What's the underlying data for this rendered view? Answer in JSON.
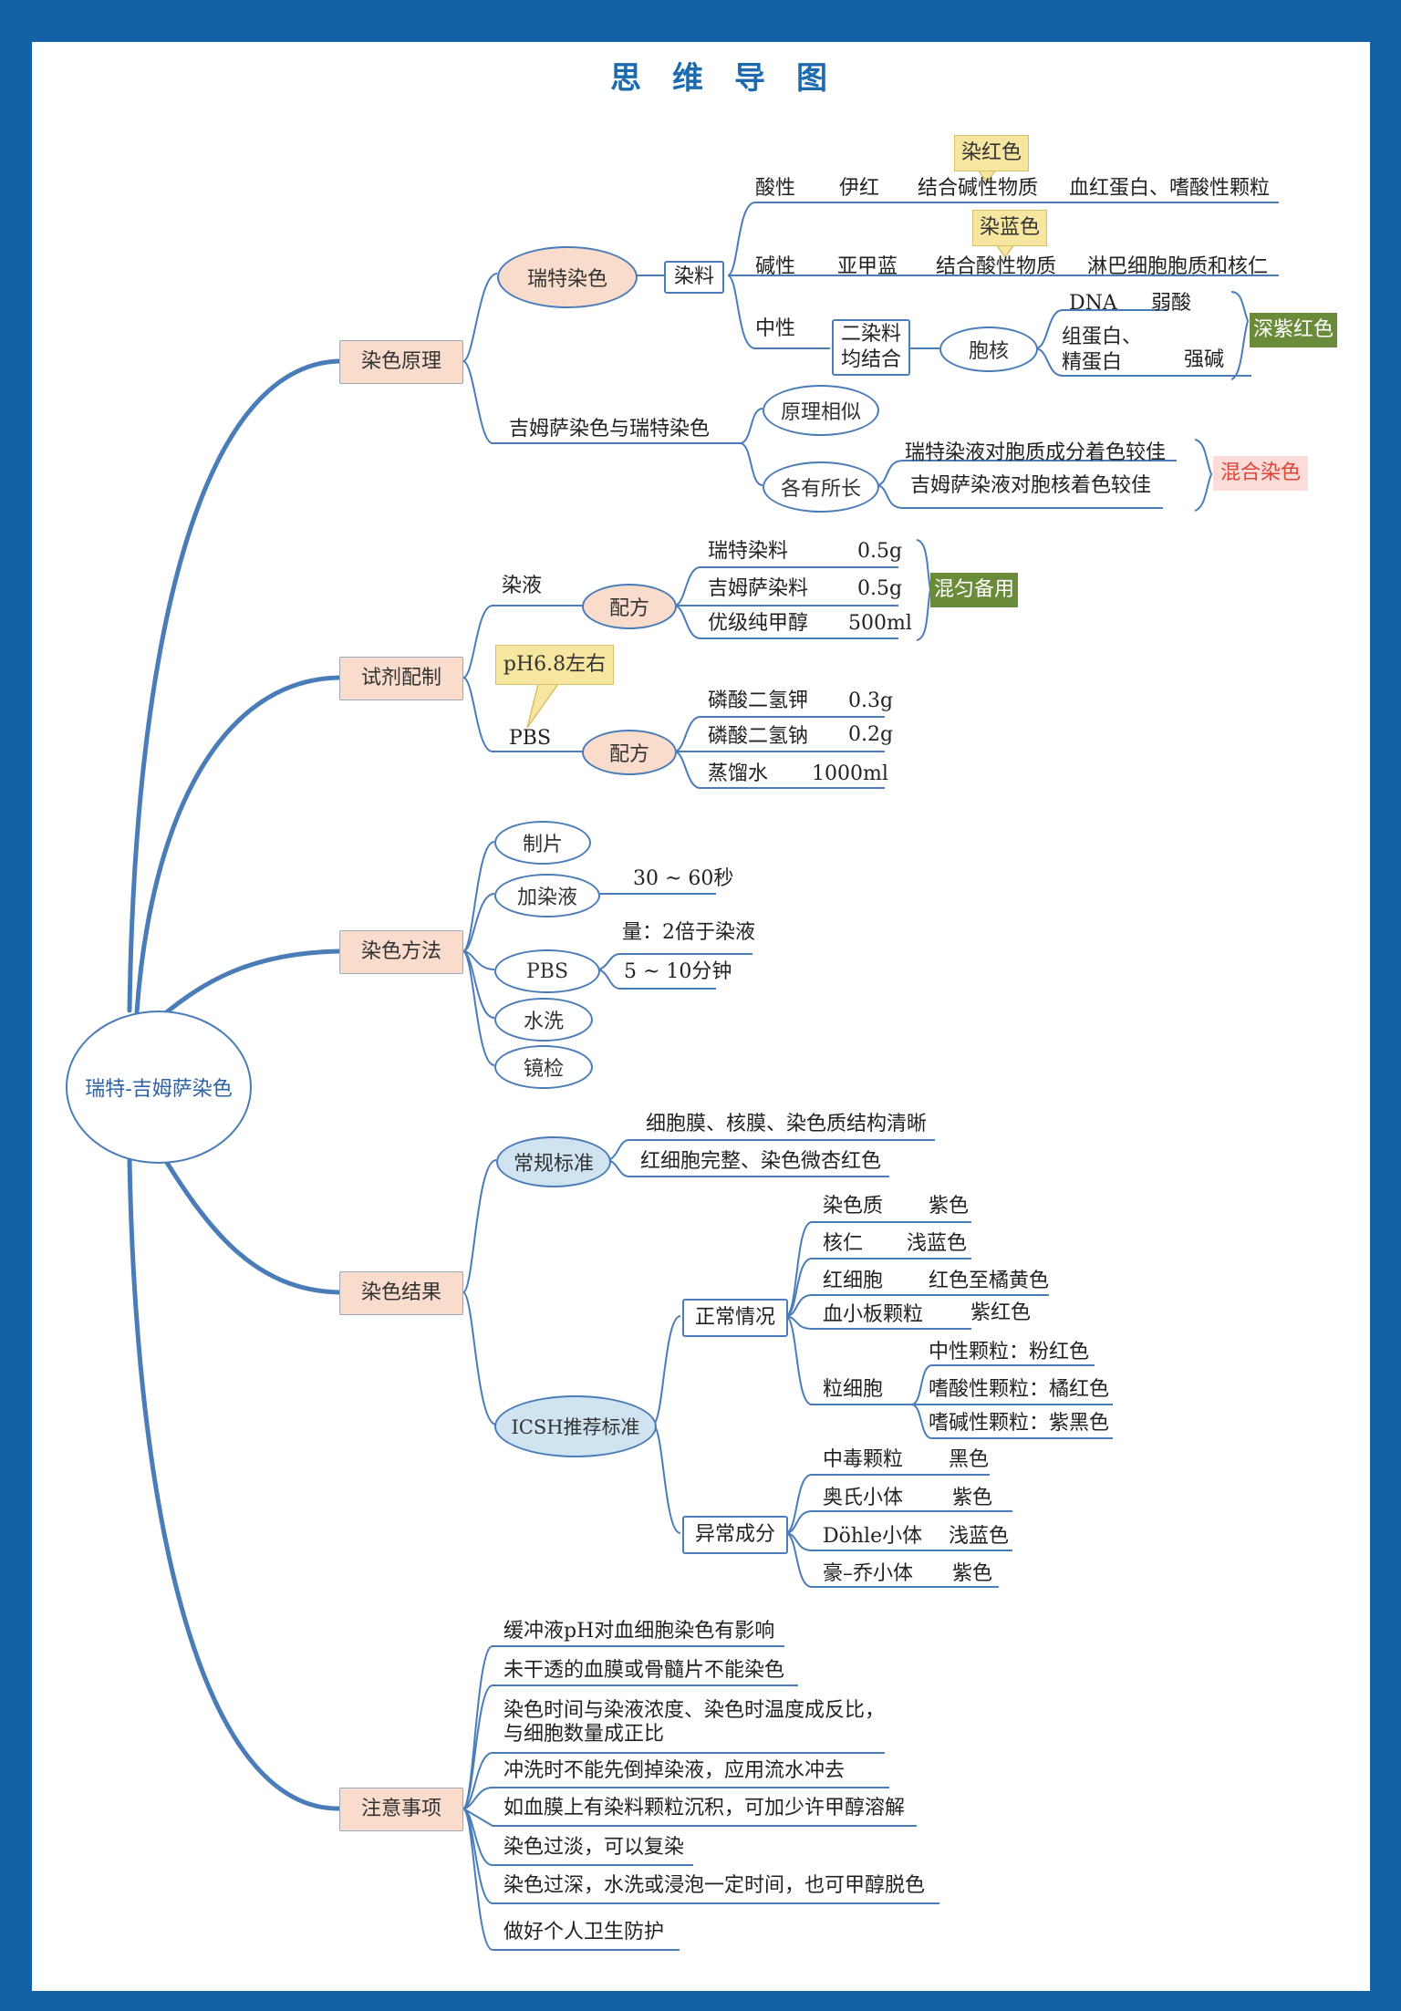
{
  "title": "思维导图",
  "root": "瑞特-吉姆萨染色",
  "branches": {
    "b1": "染色原理",
    "b2": "试剂配制",
    "b3": "染色方法",
    "b4": "染色结果",
    "b5": "注意事项"
  },
  "principle": {
    "wright": "瑞特染色",
    "dye": "染料",
    "acid": {
      "label": "酸性",
      "dye": "伊红",
      "binds": "结合碱性物质",
      "target": "血红蛋白、嗜酸性颗粒",
      "note": "染红色"
    },
    "base": {
      "label": "碱性",
      "dye": "亚甲蓝",
      "binds": "结合酸性物质",
      "target": "淋巴细胞胞质和核仁",
      "note": "染蓝色"
    },
    "neutral": {
      "label": "中性",
      "both": "二染料均结合",
      "nucleus": "胞核",
      "dna": "DNA",
      "weak_acid": "弱酸",
      "protein": "组蛋白、精蛋白",
      "strong_base": "强碱",
      "result": "深紫红色"
    },
    "giemsa": "吉姆萨染色与瑞特染色",
    "similar": "原理相似",
    "merits": "各有所长",
    "merit1": "瑞特染液对胞质成分着色较佳",
    "merit2": "吉姆萨染液对胞核着色较佳",
    "mixed": "混合染色"
  },
  "reagents": {
    "solution": "染液",
    "formula1": "配方",
    "s_items": [
      {
        "name": "瑞特染料",
        "qty": "0.5g"
      },
      {
        "name": "吉姆萨染料",
        "qty": "0.5g"
      },
      {
        "name": "优级纯甲醇",
        "qty": "500ml"
      }
    ],
    "mix": "混匀备用",
    "ph_note": "pH6.8左右",
    "pbs": "PBS",
    "formula2": "配方",
    "p_items": [
      {
        "name": "磷酸二氢钾",
        "qty": "0.3g"
      },
      {
        "name": "磷酸二氢钠",
        "qty": "0.2g"
      },
      {
        "name": "蒸馏水",
        "qty": "1000ml"
      }
    ]
  },
  "method": {
    "slide": "制片",
    "add_stain": "加染液",
    "add_stain_time": "30 ~ 60秒",
    "pbs": "PBS",
    "pbs_qty": "量：2倍于染液",
    "pbs_time": "5 ~ 10分钟",
    "wash": "水洗",
    "inspect": "镜检"
  },
  "results": {
    "routine": "常规标准",
    "routine1": "细胞膜、核膜、染色质结构清晰",
    "routine2": "红细胞完整、染色微杏红色",
    "icsh": "ICSH推荐标准",
    "normal": "正常情况",
    "normal_items": [
      {
        "name": "染色质",
        "color": "紫色"
      },
      {
        "name": "核仁",
        "color": "浅蓝色"
      },
      {
        "name": "红细胞",
        "color": "红色至橘黄色"
      },
      {
        "name": "血小板颗粒",
        "color": "紫红色"
      }
    ],
    "granulocyte": "粒细胞",
    "gran_items": [
      "中性颗粒：粉红色",
      "嗜酸性颗粒：橘红色",
      "嗜碱性颗粒：紫黑色"
    ],
    "abnormal": "异常成分",
    "abnormal_items": [
      {
        "name": "中毒颗粒",
        "color": "黑色"
      },
      {
        "name": "奥氏小体",
        "color": "紫色"
      },
      {
        "name": "Döhle小体",
        "color": "浅蓝色"
      },
      {
        "name": "豪–乔小体",
        "color": "紫色"
      }
    ]
  },
  "notes": {
    "n1": "缓冲液pH对血细胞染色有影响",
    "n2": "未干透的血膜或骨髓片不能染色",
    "n3a": "染色时间与染液浓度、染色时温度成反比，",
    "n3b": "与细胞数量成正比",
    "n4": "冲洗时不能先倒掉染液，应用流水冲去",
    "n5": "如血膜上有染料颗粒沉积，可加少许甲醇溶解",
    "n6": "染色过淡，可以复染",
    "n7": "染色过深，水洗或浸泡一定时间，也可甲醇脱色",
    "n8": "做好个人卫生防护"
  },
  "colors": {
    "frame": "#1461a8",
    "line": "#4a7cb8",
    "peach": "#f9dccb",
    "lightblue": "#cfe3f0",
    "yellow": "#f6e6a0",
    "green": "#6a8c3a",
    "red": "#d9463c"
  }
}
